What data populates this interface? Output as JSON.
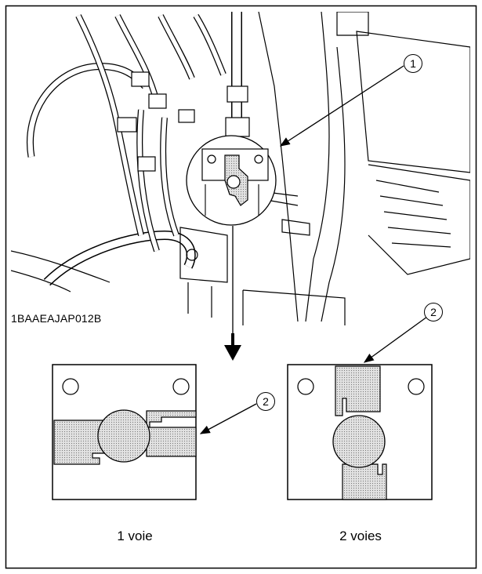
{
  "figure": {
    "reference_code": "1BAAEAJAP012B",
    "callouts": {
      "one": "1",
      "two": "2"
    },
    "captions": {
      "left": "1 voie",
      "right": "2 voies"
    },
    "colors": {
      "line": "#000000",
      "fill_dotted": "#d9d9d9",
      "background": "#ffffff"
    }
  }
}
